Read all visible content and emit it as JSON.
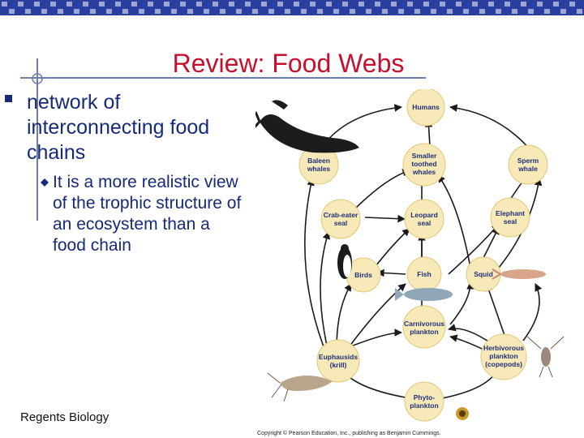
{
  "slide": {
    "title": "Review: Food Webs",
    "bullet_1": "network of interconnecting food chains",
    "bullet_2": "It is a more realistic view of the trophic structure of an ecosystem than a food chain",
    "footer": "Regents Biology"
  },
  "figure": {
    "nodes": {
      "humans": [
        "Humans"
      ],
      "baleen": [
        "Baleen",
        "whales"
      ],
      "smaller_toothed": [
        "Smaller",
        "toothed",
        "whales"
      ],
      "sperm": [
        "Sperm",
        "whale"
      ],
      "crabeater": [
        "Crab-eater",
        "seal"
      ],
      "leopard": [
        "Leopard",
        "seal"
      ],
      "elephant": [
        "Elephant",
        "seal"
      ],
      "birds": [
        "Birds"
      ],
      "fish": [
        "Fish"
      ],
      "squid": [
        "Squid"
      ],
      "carnivorous": [
        "Carnivorous",
        "plankton"
      ],
      "euphausids": [
        "Euphausids",
        "(krill)"
      ],
      "herbivorous": [
        "Herbivorous",
        "plankton",
        "(copepods)"
      ],
      "phyto": [
        "Phyto-",
        "plankton"
      ]
    },
    "copyright": "Copyright © Pearson Education, Inc., publishing as Benjamin Cummings."
  },
  "colors": {
    "title": "#c8102e",
    "text": "#162a7a",
    "node_fill": "#f7e9b8",
    "node_stroke": "#e0c878",
    "arrow": "#1a1a1a",
    "top_bar": "#2a3fa0"
  }
}
